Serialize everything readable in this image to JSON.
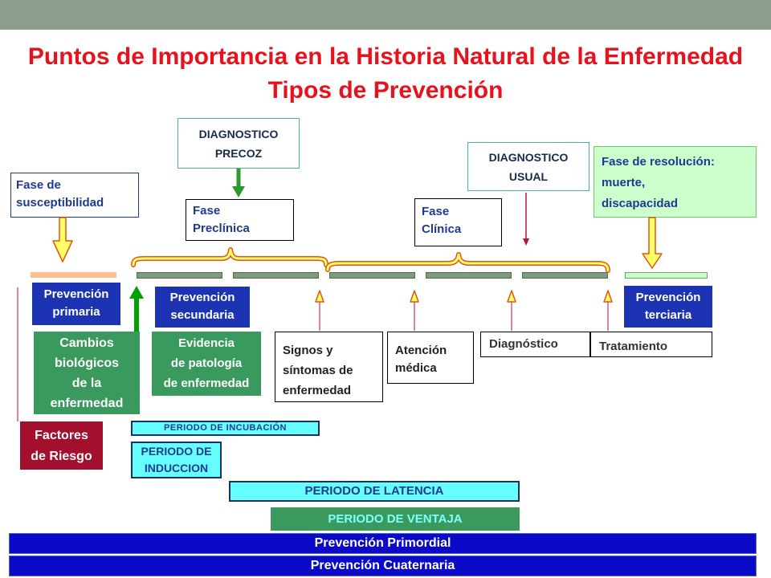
{
  "title": {
    "line1": "Puntos de Importancia en la Historia Natural de la Enfermedad",
    "line2": "Tipos de Prevención"
  },
  "diagnosis": {
    "early": [
      "DIAGNOSTICO",
      "PRECOZ"
    ],
    "usual": [
      "DIAGNOSTICO",
      "USUAL"
    ]
  },
  "phases": {
    "susceptibility": [
      "Fase de",
      "susceptibilidad"
    ],
    "preclinical": [
      "Fase",
      "Preclínica"
    ],
    "clinical": [
      "Fase",
      "Clínica"
    ],
    "resolution": [
      "Fase de resolución:",
      "muerte,",
      "discapacidad"
    ]
  },
  "prevention": {
    "primary": [
      "Prevención",
      "primaria"
    ],
    "secondary": [
      "Prevención",
      "secundaria"
    ],
    "tertiary": [
      "Prevención",
      "terciaria"
    ],
    "primordial": "Prevención Primordial",
    "quaternary": "Prevención Cuaternaria"
  },
  "stages": {
    "risk_factors": [
      "Factores",
      "de Riesgo"
    ],
    "biological_changes": [
      "Cambios",
      "biológicos",
      "de la",
      "enfermedad"
    ],
    "pathology_evidence": [
      "Evidencia",
      "de patología",
      "de enfermedad"
    ],
    "signs_symptoms": [
      "Signos y",
      "síntomas de",
      "enfermedad"
    ],
    "medical_care": [
      "Atención",
      "médica"
    ],
    "diagnosis": "Diagnóstico",
    "treatment": "Tratamiento"
  },
  "periods": {
    "incubation": "PERIODO DE INCUBACIÓN",
    "induction": [
      "PERIODO DE",
      "INDUCCION"
    ],
    "latency": "PERIODO DE LATENCIA",
    "advantage": "PERIODO DE VENTAJA"
  },
  "colors": {
    "header_bar": "#8e9d8e",
    "title": "#e8121c",
    "label_blue": "#1f3a93",
    "prevention_blue": "#1c34b4",
    "primordial_blue": "#0a0ac8",
    "stage_green": "#3a9a5e",
    "risk_red": "#a30f2d",
    "period_cyan": "#66ffff",
    "resolution_green": "#ccffcc",
    "arrow_green": "#2e9a2e",
    "arrow_yellow": "#ffff66",
    "arrow_outline": "#e0531b"
  }
}
